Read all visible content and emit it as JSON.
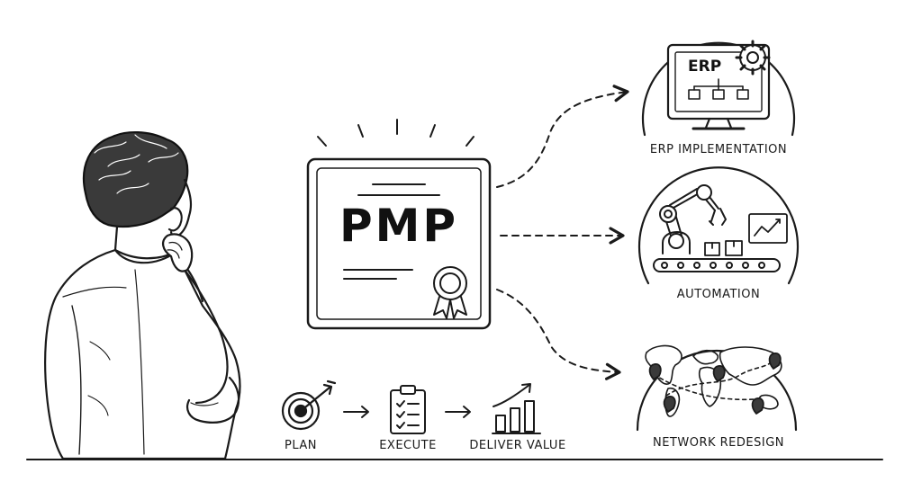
{
  "certificate": {
    "title": "PMP"
  },
  "targets": [
    {
      "label": "ERP IMPLEMENTATION",
      "icon": "monitor-erp-icon",
      "screen_text": "ERP"
    },
    {
      "label": "AUTOMATION",
      "icon": "robot-arm-icon"
    },
    {
      "label": "NETWORK REDESIGN",
      "icon": "world-map-icon"
    }
  ],
  "flow": [
    {
      "label": "PLAN",
      "icon": "target-icon"
    },
    {
      "label": "EXECUTE",
      "icon": "clipboard-checklist-icon"
    },
    {
      "label": "DELIVER VALUE",
      "icon": "bar-chart-growth-icon"
    }
  ]
}
